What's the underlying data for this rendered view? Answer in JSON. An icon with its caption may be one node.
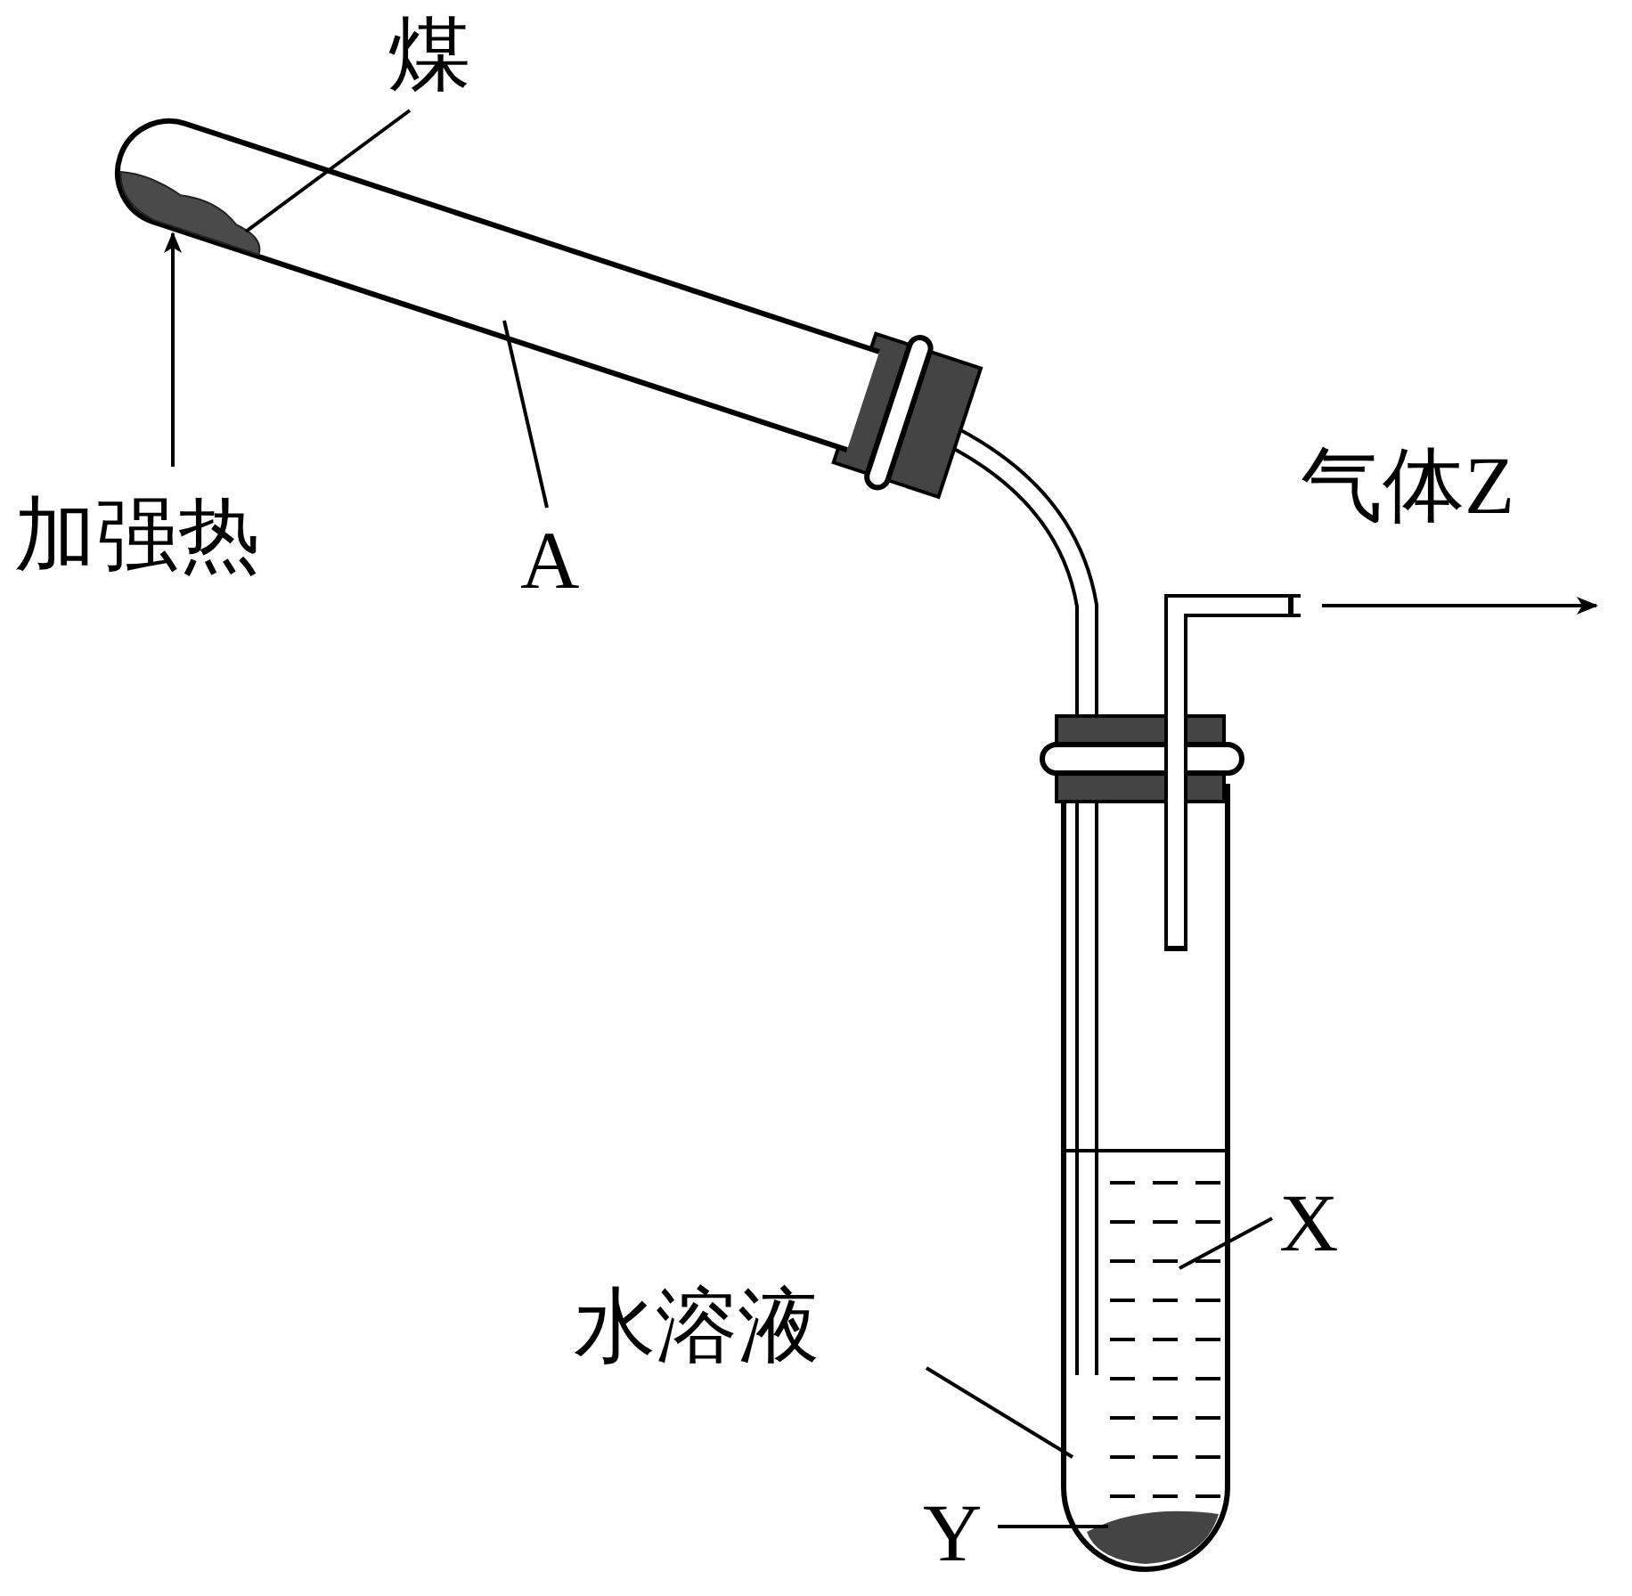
{
  "diagram": {
    "nodes": [
      {
        "text": [
          "煤"
        ]
      },
      {
        "text": [],
        "shape": "picture",
        "in": 4
      },
      {
        "text": [
          "加强热"
        ]
      },
      {
        "text": [
          "A"
        ]
      },
      {
        "text": [],
        "shape": "picture"
      },
      {
        "text": [],
        "shape": "picture"
      },
      {
        "text": [
          "X"
        ]
      },
      {
        "text": [],
        "shape": "picture"
      },
      {
        "text": [
          "水溶液"
        ]
      },
      {
        "text": [],
        "shape": "picture"
      },
      {
        "text": [
          "Y"
        ]
      },
      {
        "text": [],
        "shape": "picture"
      }
    ],
    "edges": [
      {
        "from": 0,
        "to": 1,
        "arrow": "none"
      },
      {
        "from": 2,
        "to": 1,
        "arrow": "to"
      },
      {
        "from": 3,
        "to": 4,
        "arrow": "none"
      },
      {
        "from": 5,
        "to": null,
        "arrow": "to",
        "label": "气体Z"
      },
      {
        "from": 6,
        "to": 7,
        "arrow": "none"
      },
      {
        "from": 8,
        "to": 9,
        "arrow": "none"
      },
      {
        "from": 10,
        "to": 11,
        "arrow": "none"
      }
    ]
  }
}
